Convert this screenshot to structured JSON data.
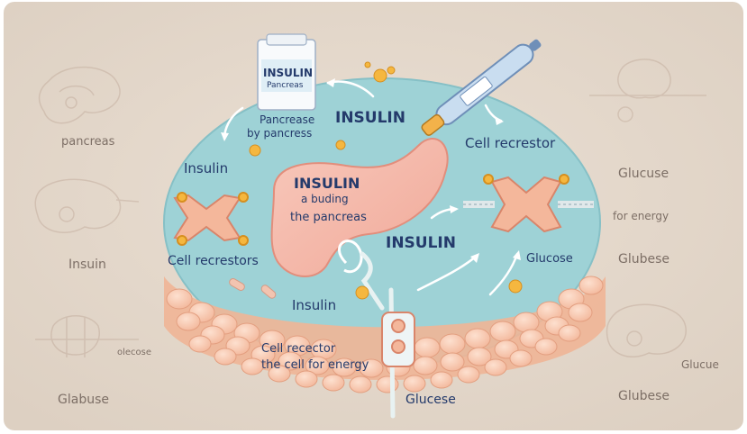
{
  "labels": {
    "vial_title": "INSULIN",
    "vial_sub": "Pancreas",
    "pancreas_by": "Pancrease",
    "pancreas_by2": "by pancress",
    "insulin_top": "INSULIN",
    "cell_receptor_top": "Cell recrestor",
    "insulin_left": "Insulin",
    "organ_line1": "INSULIN",
    "organ_line2": "a buding",
    "organ_line3": "the pancreas",
    "insulin_mid": "INSULIN",
    "cell_receptors_left": "Cell recrestors",
    "glucose_right": "Glucose",
    "insulin_bottom": "Insulin",
    "cell_receptor_bottom1": "Cell recector",
    "cell_receptor_bottom2": "the cell for energy",
    "glucose_bottom": "Glucese"
  },
  "faint_labels": {
    "pancreas": "pancreas",
    "insulin": "Insuin",
    "olecose": "olecose",
    "glabuse": "Glabuse",
    "glucuse": "Glucuse",
    "for_energy": "for energy",
    "glubese_1": "Glubese",
    "glucue": "Glucue",
    "glubese_2": "Glubese"
  }
}
